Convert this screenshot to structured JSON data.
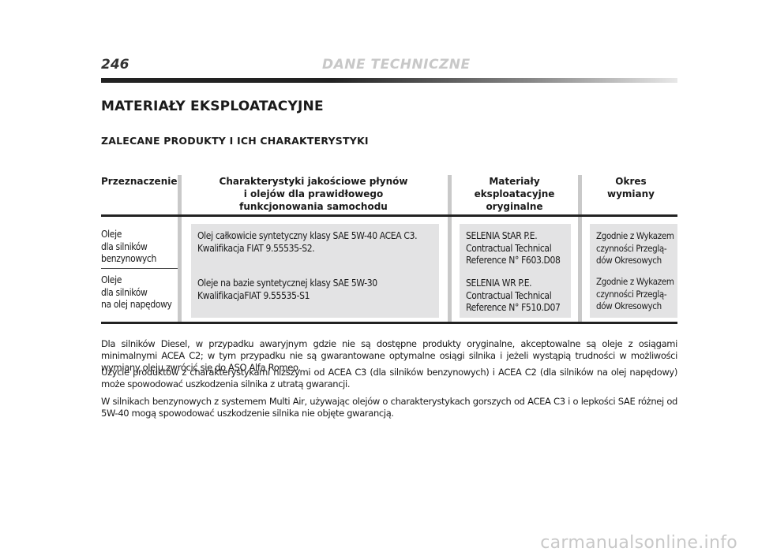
{
  "header": {
    "page_number": "246",
    "running_title": "DANE TECHNICZNE"
  },
  "title": "MATERIAŁY EKSPLOATACYJNE",
  "subtitle": "ZALECANE PRODUKTY I ICH CHARAKTERYSTYKI",
  "table": {
    "headers": [
      "Przeznaczenie",
      [
        "Charakterystyki jakościowe płynów",
        "i olejów dla prawidłowego",
        "funkcjonowania samochodu"
      ],
      [
        "Materiały",
        "eksploatacyjne",
        "oryginalne"
      ],
      [
        "Okres",
        "wymiany"
      ]
    ],
    "rows": [
      {
        "purpose": [
          "Oleje",
          "dla silników",
          "benzynowych"
        ],
        "spec": [
          "Olej całkowicie syntetyczny klasy SAE 5W-40 ACEA C3.",
          "Kwalifikacja FIAT 9.55535-S2."
        ],
        "product": [
          "SELENIA StAR P.E.",
          "Contractual Technical",
          "Reference N° F603.D08"
        ],
        "interval": [
          "Zgodnie z Wykazem",
          "czynności Przeglą-",
          "dów Okresowych"
        ]
      },
      {
        "purpose": [
          "Oleje",
          "dla silników",
          "na olej napędowy"
        ],
        "spec": [
          "Oleje na bazie syntetycznej klasy SAE 5W-30",
          "KwalifikacjaFIAT 9.55535-S1"
        ],
        "product": [
          "SELENIA WR P.E.",
          "Contractual Technical",
          "Reference N° F510.D07"
        ],
        "interval": [
          "Zgodnie z Wykazem",
          "czynności Przeglą-",
          "dów Okresowych"
        ]
      }
    ]
  },
  "paragraphs": [
    "Dla silników Diesel, w przypadku awaryjnym gdzie nie są dostępne produkty oryginalne, akceptowalne są oleje z osiągami minimalnymi ACEA C2; w tym przypadku nie są gwarantowane optymalne osiągi silnika i jeżeli wystąpią trudności w możliwości wymiany oleju zwrócić się do ASO Alfa Romeo.",
    "Użycie produktów z charakterystykami niższymi od ACEA C3 (dla silników benzynowych) i ACEA C2 (dla silników na olej napędowy) może spowodować uszkodzenia silnika z utratą gwarancji.",
    "W silnikach benzynowych z systemem Multi Air, używając olejów o charakterystykach gorszych od ACEA C3 i o lepkości SAE różnej od 5W-40 mogą spowodować uszkodzenie silnika nie objęte gwarancją."
  ],
  "watermark": "carmanualsonline.info"
}
